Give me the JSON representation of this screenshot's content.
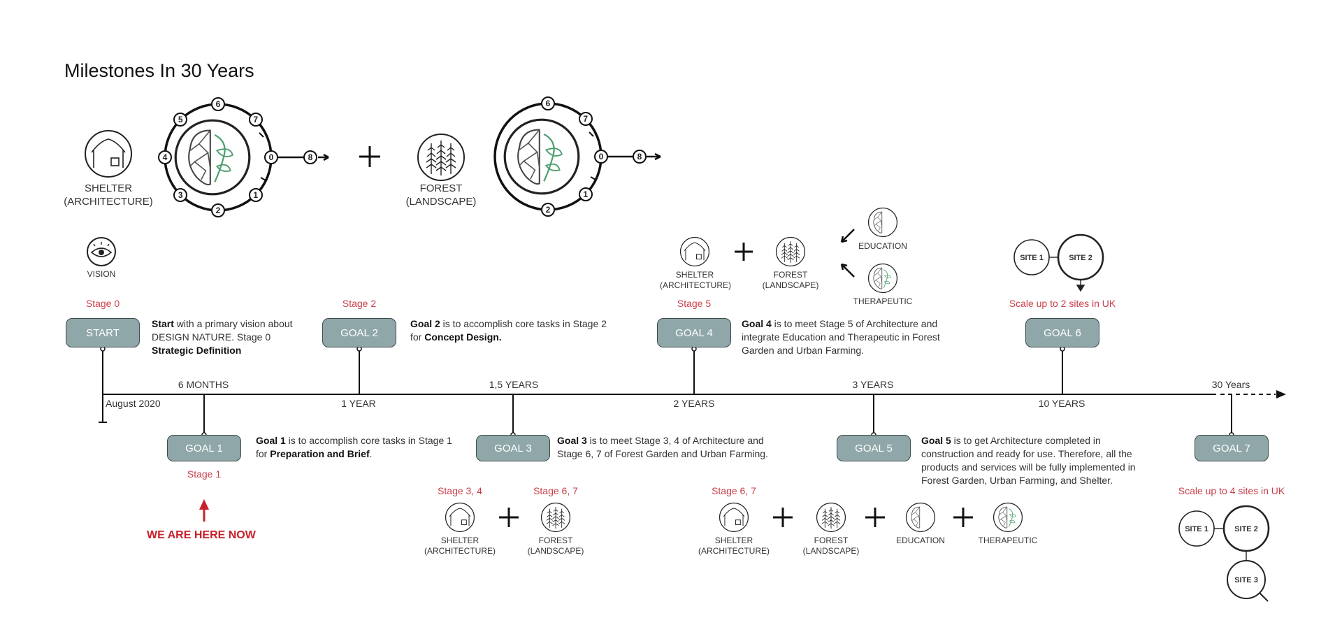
{
  "title": "Milestones In 30 Years",
  "header": {
    "shelter_line1": "SHELTER",
    "shelter_line2": "(ARCHITECTURE)",
    "forest_line1": "FOREST",
    "forest_line2": "(LANDSCAPE)",
    "plus": "+",
    "cycle1_nodes": [
      "0",
      "1",
      "2",
      "3",
      "4",
      "5",
      "6",
      "7"
    ],
    "cycle1_out": "8",
    "cycle2_nodes": [
      "0",
      "1",
      "2",
      "6",
      "7"
    ],
    "cycle2_out": "8"
  },
  "vision": {
    "label": "VISION"
  },
  "timeline": {
    "top_labels": [
      "6 MONTHS",
      "1,5  YEARS",
      "3 YEARS",
      "30 Years"
    ],
    "bottom_labels": [
      "August 2020",
      "1 YEAR",
      "2 YEARS",
      "10 YEARS"
    ]
  },
  "milestones": {
    "start": {
      "stage": "Stage 0",
      "label": "START",
      "bold1": "Start",
      "text1": " with a primary vision about DESIGN NATURE. Stage 0 ",
      "bold2": "Strategic Definition"
    },
    "goal1": {
      "stage": "Stage 1",
      "label": "GOAL 1",
      "bold1": "Goal 1",
      "text1": " is to accomplish core tasks in Stage 1 for ",
      "bold2": "Preparation and Brief",
      "text2": "."
    },
    "goal2": {
      "stage": "Stage 2",
      "label": "GOAL 2",
      "bold1": "Goal 2",
      "text1": " is to accomplish core tasks in Stage 2 for ",
      "bold2": "Concept Design."
    },
    "goal3": {
      "label": "GOAL 3",
      "bold1": "Goal 3",
      "text1": " is to meet Stage 3, 4 of Architecture and Stage 6, 7 of Forest Garden and Urban Farming.",
      "stage_a": "Stage 3, 4",
      "stage_b": "Stage 6, 7"
    },
    "goal4": {
      "stage": "Stage 5",
      "label": "GOAL 4",
      "bold1": "Goal 4",
      "text1": " is to meet Stage 5 of Architecture and integrate Education and Therapeutic in Forest Garden and Urban Farming.",
      "education": "EDUCATION",
      "therapeutic": "THERAPEUTIC"
    },
    "goal5": {
      "label": "GOAL 5",
      "bold1": "Goal 5",
      "text1": " is to get Architecture completed in construction and ready for use. Therefore, all the products and services will be fully implemented in Forest Garden, Urban Farming, and Shelter.",
      "stage": "Stage 6, 7",
      "education": "EDUCATION",
      "therapeutic": "THERAPEUTIC"
    },
    "goal6": {
      "stage": "Scale up to 2 sites in UK",
      "label": "GOAL 6",
      "site1": "SITE 1",
      "site2": "SITE 2"
    },
    "goal7": {
      "stage": "Scale up to 4 sites in UK",
      "label": "GOAL 7",
      "site1": "SITE 1",
      "site2": "SITE 2",
      "site3": "SITE 3"
    }
  },
  "we_are_here": "WE ARE HERE NOW",
  "colors": {
    "accent_red": "#c8404a",
    "goal_fill": "#8fa7a8",
    "here_red": "#c8202a",
    "leaf_green": "#4fa070"
  }
}
